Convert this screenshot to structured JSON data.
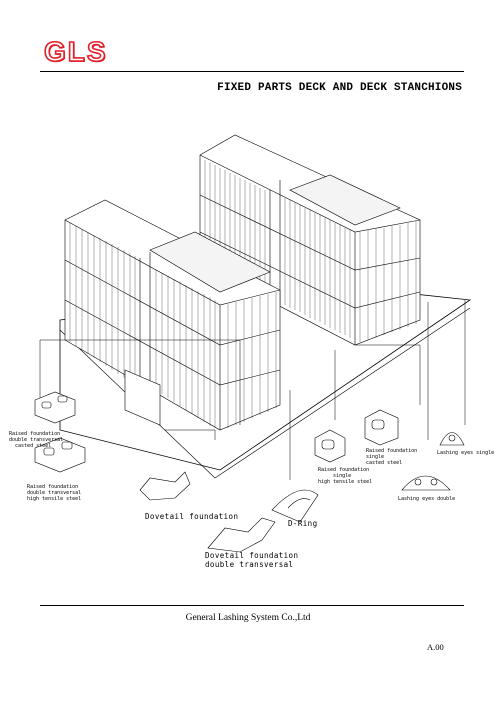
{
  "header": {
    "logo_text": "GLS",
    "logo_color": "#e0202a",
    "title": "FIXED PARTS DECK AND DECK STANCHIONS"
  },
  "labels": {
    "raised_double_cast": "Raised foundation\ndouble transversal\n  casted steel",
    "raised_double_hts": "Raised foundation\ndouble transversal\nhigh tensile steel",
    "dovetail": "Dovetail foundation",
    "dovetail_double": "Dovetail foundation\ndouble transversal",
    "d_ring": "D-Ring",
    "raised_single_hts": "Raised foundation\n     single\nhigh tensile steel",
    "raised_single_cast": "Raised foundation\nsingle\ncasted steel",
    "lashing_eyes_single": "Lashing eyes single",
    "lashing_eyes_double": "Lashing eyes double"
  },
  "footer": {
    "company": "General Lashing System Co.,Ltd",
    "doc_no": "A.00"
  }
}
